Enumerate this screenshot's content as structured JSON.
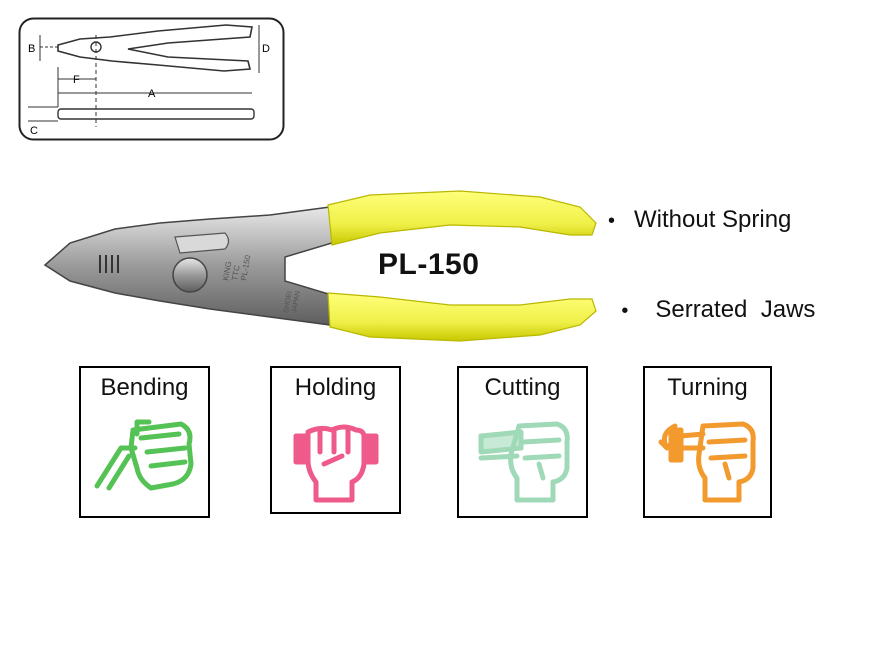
{
  "diagram": {
    "labels": {
      "a": "A",
      "b": "B",
      "c": "C",
      "d": "D",
      "f": "F"
    }
  },
  "product": {
    "model": "PL-150",
    "handle_color": "#f0f04a",
    "jaw_stamp_1": "KING",
    "jaw_stamp_2": "TTC",
    "jaw_stamp_3": "PL-150",
    "jaw_stamp_4": "SHOEI",
    "jaw_stamp_5": "JAPAN"
  },
  "features": [
    {
      "bullet": "•",
      "text": "Without Spring"
    },
    {
      "bullet": "•",
      "text": "Serrated  Jaws"
    }
  ],
  "uses": [
    {
      "label": "Bending",
      "icon": "hand-bending-icon",
      "color": "#55c255"
    },
    {
      "label": "Holding",
      "icon": "fist-holding-icon",
      "color": "#ee5a8a"
    },
    {
      "label": "Cutting",
      "icon": "hand-cutting-icon",
      "color": "#9fd9b8"
    },
    {
      "label": "Turning",
      "icon": "hand-turning-icon",
      "color": "#f39a2e"
    }
  ]
}
